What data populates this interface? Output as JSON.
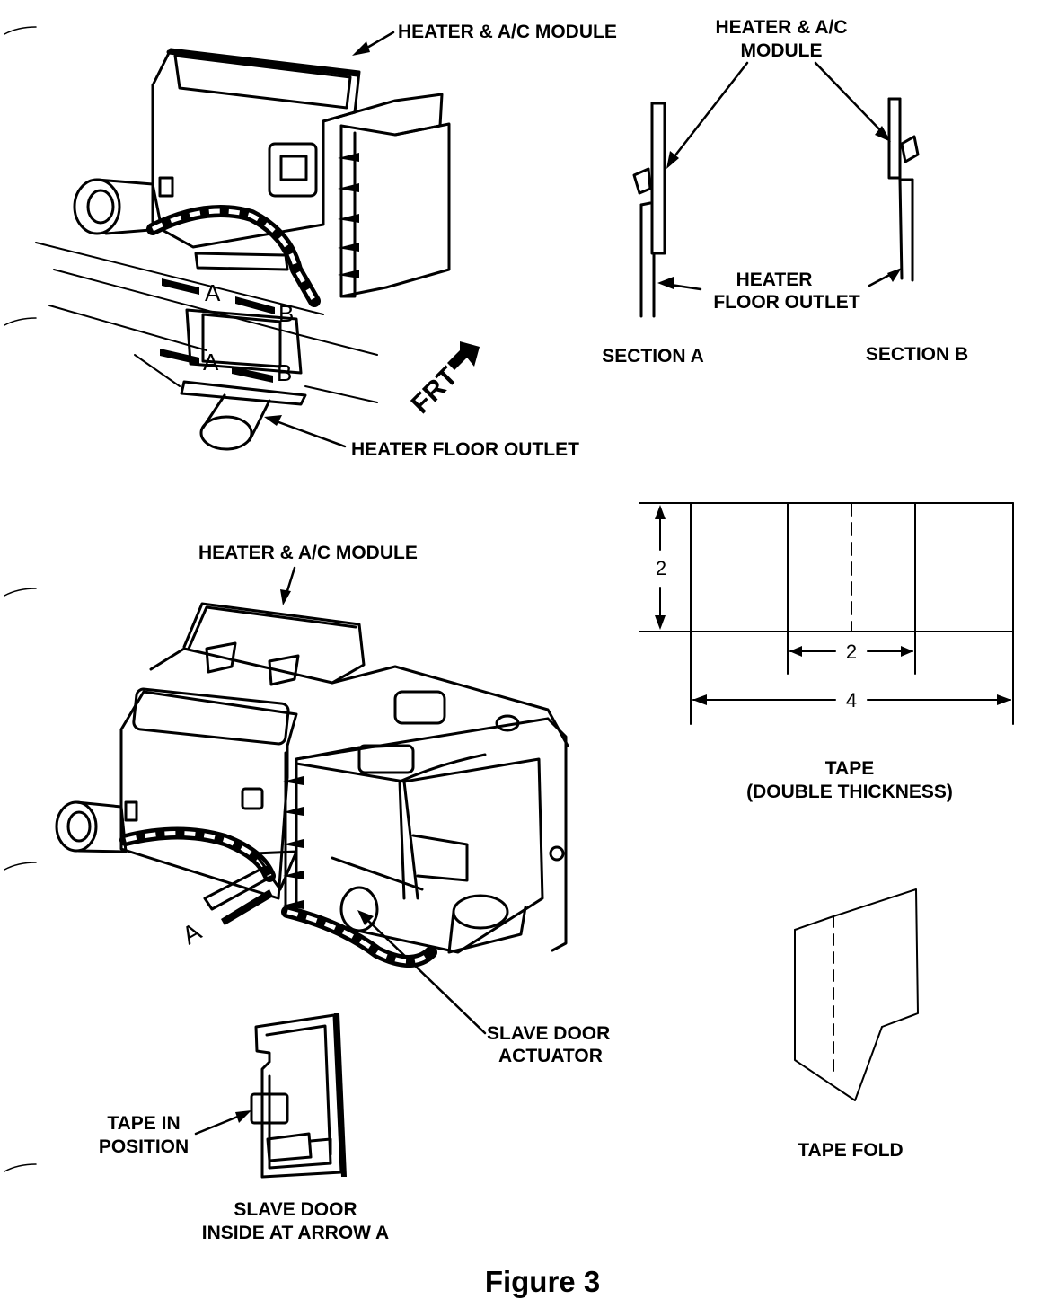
{
  "figure_caption": "Figure 3",
  "top_diagram": {
    "module_label": "HEATER & A/C MODULE",
    "outlet_label": "HEATER FLOOR OUTLET",
    "front_marker": "FRT",
    "section_marks": [
      "A",
      "B",
      "A",
      "B"
    ]
  },
  "sections": {
    "module_label_line1": "HEATER & A/C",
    "module_label_line2": "MODULE",
    "outlet_label_line1": "HEATER",
    "outlet_label_line2": "FLOOR OUTLET",
    "section_a": "SECTION A",
    "section_b": "SECTION B"
  },
  "bottom_diagram": {
    "module_label": "HEATER & A/C MODULE",
    "arrow_label": "A",
    "actuator_line1": "SLAVE DOOR",
    "actuator_line2": "ACTUATOR"
  },
  "slave_door": {
    "tape_line1": "TAPE IN",
    "tape_line2": "POSITION",
    "caption_line1": "SLAVE DOOR",
    "caption_line2": "INSIDE AT ARROW A"
  },
  "tape": {
    "height_dim": "2",
    "center_dim": "2",
    "width_dim": "4",
    "caption_line1": "TAPE",
    "caption_line2": "(DOUBLE THICKNESS)"
  },
  "tape_fold": {
    "caption": "TAPE FOLD"
  }
}
